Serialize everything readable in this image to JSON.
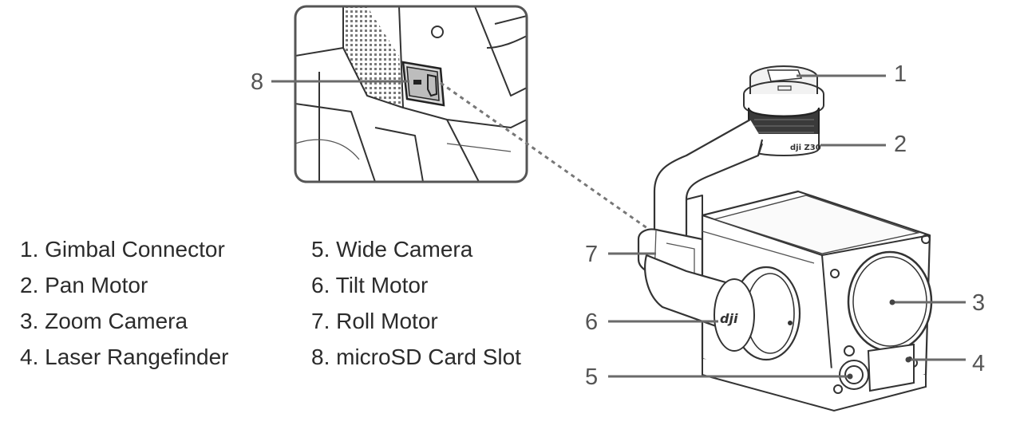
{
  "callouts": [
    "1",
    "2",
    "3",
    "4",
    "5",
    "6",
    "7",
    "8"
  ],
  "legend": {
    "left": [
      "1. Gimbal Connector",
      "2. Pan Motor",
      "3. Zoom Camera",
      "4. Laser Rangefinder"
    ],
    "right": [
      "5. Wide Camera",
      "6. Tilt Motor",
      "7. Roll Motor",
      "8. microSD Card Slot"
    ]
  },
  "logo_text": "dji"
}
